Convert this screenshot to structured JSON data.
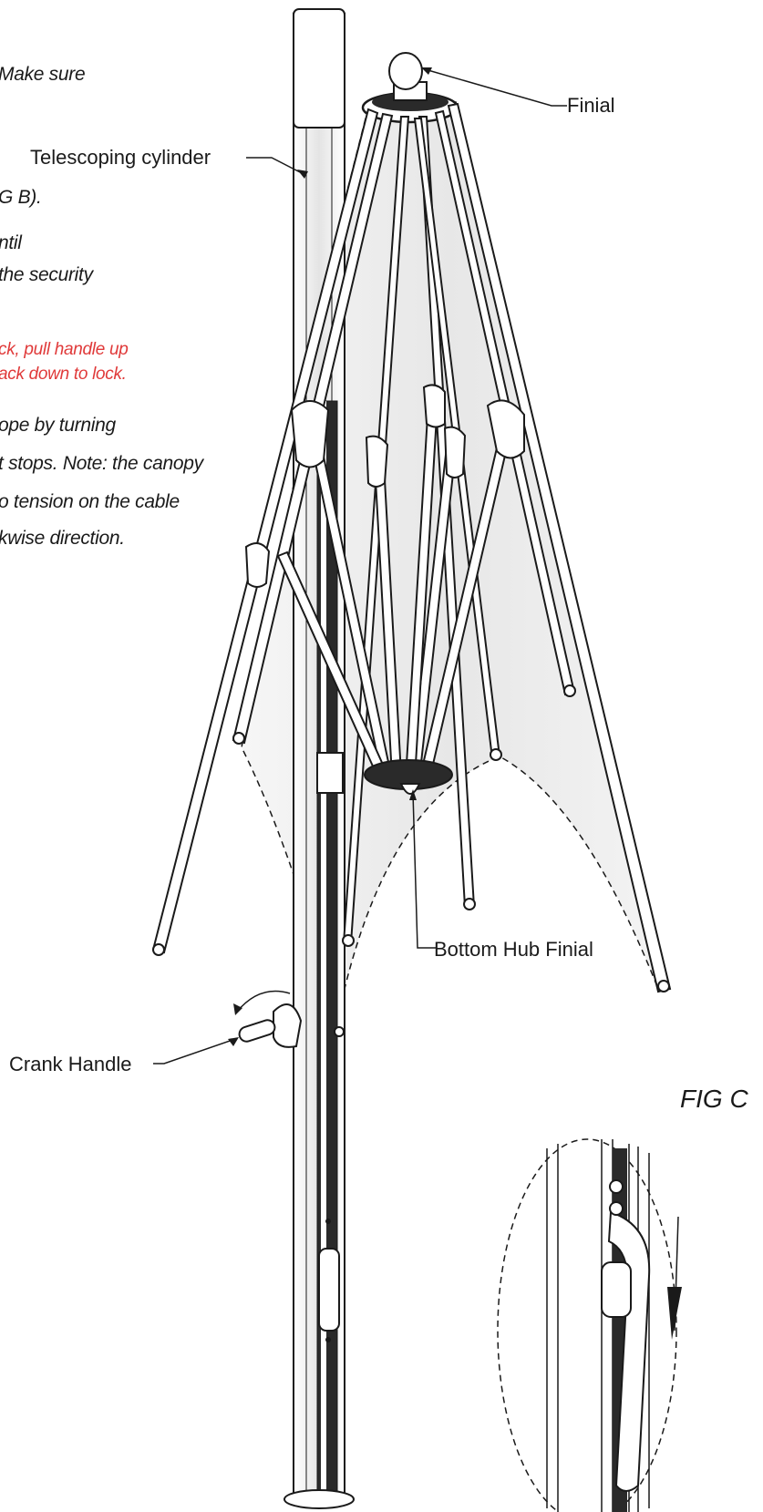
{
  "instructions": {
    "line1": "Make sure",
    "line2": "G B).",
    "line3": "ntil",
    "line4": "the security",
    "warning1": "ck, pull handle up",
    "warning2": "ack down to lock.",
    "line5": "ope by turning",
    "line6": "t stops. Note: the canopy",
    "line7": "o tension on the cable",
    "line8": "kwise direction."
  },
  "labels": {
    "finial": "Finial",
    "telescoping": "Telescoping cylinder",
    "bottom_hub": "Bottom Hub Finial",
    "crank": "Crank Handle",
    "fig": "FIG C"
  },
  "colors": {
    "line": "#1a1a1a",
    "warning": "#e03a3a",
    "canopy": "#ececec",
    "background": "#ffffff"
  }
}
